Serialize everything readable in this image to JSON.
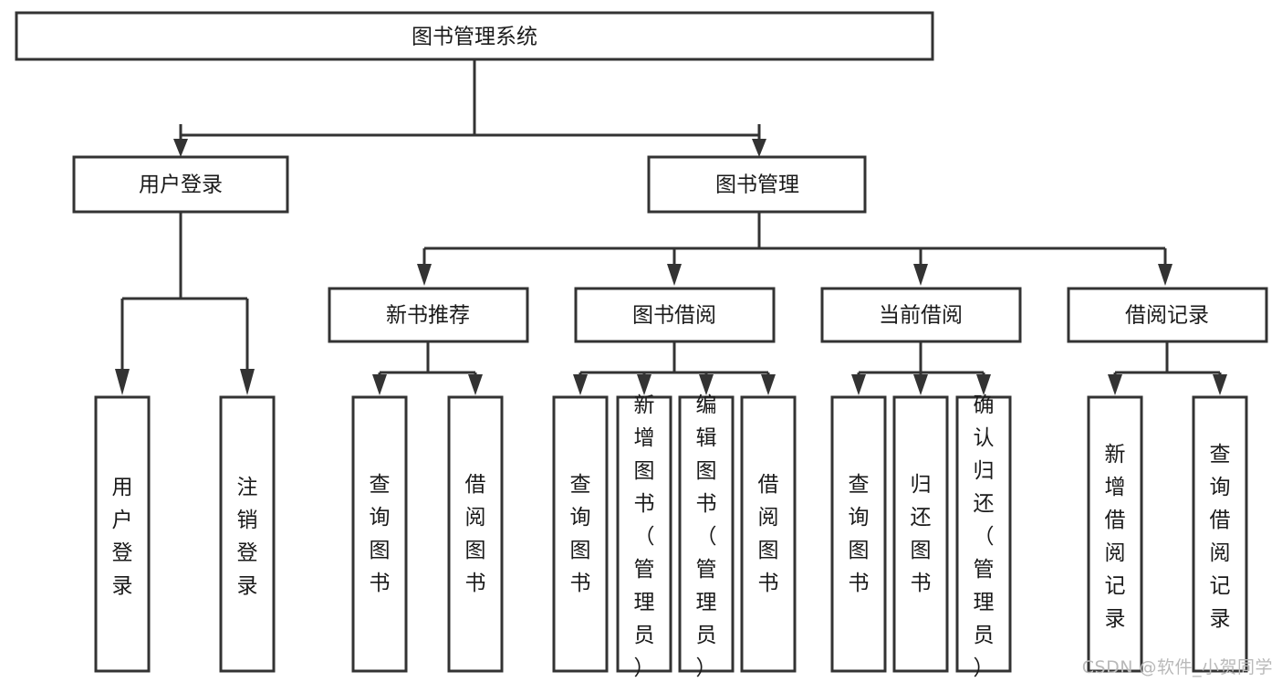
{
  "diagram": {
    "title": "图书管理系统",
    "type": "tree-hierarchy-chart",
    "root": {
      "id": "root",
      "label": "图书管理系统"
    },
    "level2": [
      {
        "id": "user-login",
        "label": "用户登录"
      },
      {
        "id": "book-manage",
        "label": "图书管理"
      }
    ],
    "level3": [
      {
        "id": "new-book-recommend",
        "label": "新书推荐"
      },
      {
        "id": "book-borrow",
        "label": "图书借阅"
      },
      {
        "id": "current-borrow",
        "label": "当前借阅"
      },
      {
        "id": "borrow-record",
        "label": "借阅记录"
      }
    ],
    "leaves": {
      "user-login": [
        {
          "id": "leaf-user-login",
          "label": "用户登录"
        },
        {
          "id": "leaf-user-logout",
          "label": "注销登录"
        }
      ],
      "new-book-recommend": [
        {
          "id": "leaf-query-book-1",
          "label": "查询图书"
        },
        {
          "id": "leaf-borrow-book-1",
          "label": "借阅图书"
        }
      ],
      "book-borrow": [
        {
          "id": "leaf-query-book-2",
          "label": "查询图书"
        },
        {
          "id": "leaf-add-book",
          "label": "新增图书（管理员）"
        },
        {
          "id": "leaf-edit-book",
          "label": "编辑图书（管理员）"
        },
        {
          "id": "leaf-borrow-book-2",
          "label": "借阅图书"
        }
      ],
      "current-borrow": [
        {
          "id": "leaf-query-book-3",
          "label": "查询图书"
        },
        {
          "id": "leaf-return-book",
          "label": "归还图书"
        },
        {
          "id": "leaf-confirm-return",
          "label": "确认归还（管理员）"
        }
      ],
      "borrow-record": [
        {
          "id": "leaf-add-record",
          "label": "新增借阅记录"
        },
        {
          "id": "leaf-query-record",
          "label": "查询借阅记录"
        }
      ]
    }
  },
  "watermark": {
    "text": "CSDN @软件_小贺同学"
  },
  "colors": {
    "box_stroke": "#333333",
    "box_fill": "#ffffff",
    "text": "#1a1a1a",
    "watermark": "#b9b9b9",
    "background": "#ffffff"
  }
}
